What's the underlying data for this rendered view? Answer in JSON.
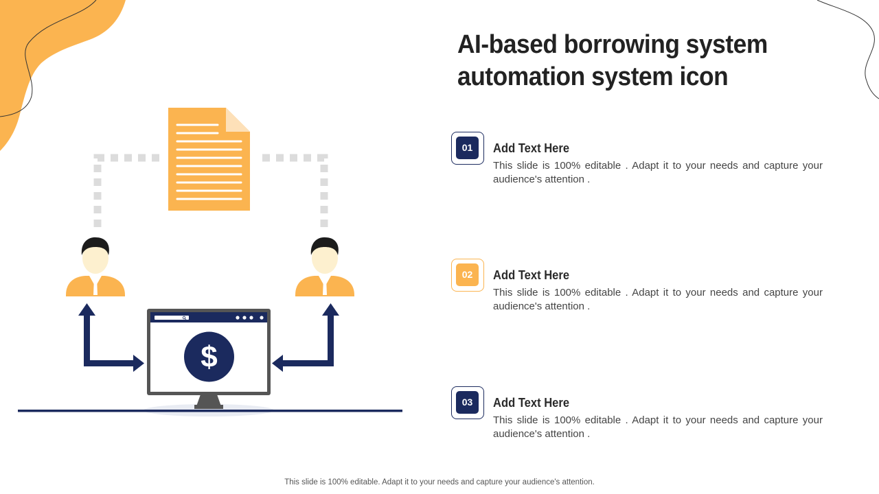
{
  "slide": {
    "title": "AI-based borrowing system automation system icon",
    "footer": "This slide is 100% editable. Adapt it to your needs and capture your audience's attention."
  },
  "steps": [
    {
      "number": "01",
      "heading": "Add Text Here",
      "description": "This slide is 100% editable . Adapt it to your needs and capture your audience's attention .",
      "color": "#1b2a5e"
    },
    {
      "number": "02",
      "heading": "Add Text Here",
      "description": "This slide is 100% editable . Adapt it to your needs and capture your audience's attention .",
      "color": "#fbb450"
    },
    {
      "number": "03",
      "heading": "Add Text Here",
      "description": "This slide is 100% editable . Adapt it to your needs and capture your audience's attention .",
      "color": "#1b2a5e"
    }
  ],
  "illustration": {
    "icons": [
      "document-icon",
      "person-icon",
      "person-icon",
      "monitor-icon",
      "dollar-icon",
      "search-icon"
    ]
  },
  "colors": {
    "navy": "#1b2a5e",
    "orange": "#fbb450",
    "light_orange": "#fde0b8",
    "skin": "#fdf0cf",
    "connector_gray": "#dcdcdc"
  }
}
